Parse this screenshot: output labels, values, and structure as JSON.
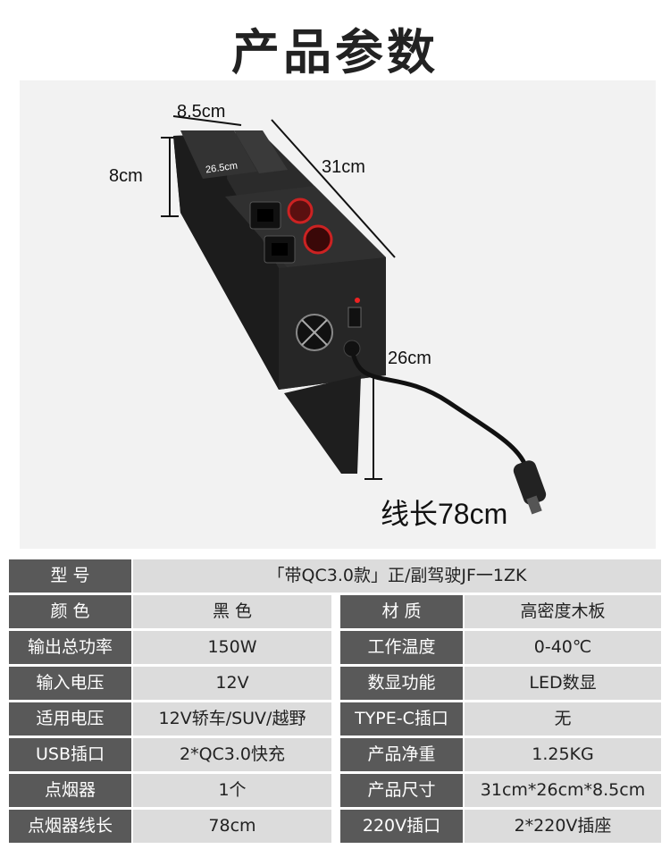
{
  "title": "产品参数",
  "dimensions": {
    "width": "8.5cm",
    "height": "8cm",
    "inner": "26.5cm",
    "length": "31cm",
    "depth": "26cm",
    "cable": "线长78cm"
  },
  "specs": {
    "model_label": "型  号",
    "model_value": "「带QC3.0款」正/副驾驶JF一1ZK",
    "rows": [
      {
        "l1": "颜  色",
        "v1": "黑  色",
        "l2": "材  质",
        "v2": "高密度木板"
      },
      {
        "l1": "输出总功率",
        "v1": "150W",
        "l2": "工作温度",
        "v2": "0-40℃"
      },
      {
        "l1": "输入电压",
        "v1": "12V",
        "l2": "数显功能",
        "v2": "LED数显"
      },
      {
        "l1": "适用电压",
        "v1": "12V轿车/SUV/越野",
        "l2": "TYPE-C插口",
        "v2": "无"
      },
      {
        "l1": "USB插口",
        "v1": "2*QC3.0快充",
        "l2": "产品净重",
        "v2": "1.25KG"
      },
      {
        "l1": "点烟器",
        "v1": "1个",
        "l2": "产品尺寸",
        "v2": "31cm*26cm*8.5cm"
      },
      {
        "l1": "点烟器线长",
        "v1": "78cm",
        "l2": "220V插口",
        "v2": "2*220V插座"
      }
    ]
  }
}
